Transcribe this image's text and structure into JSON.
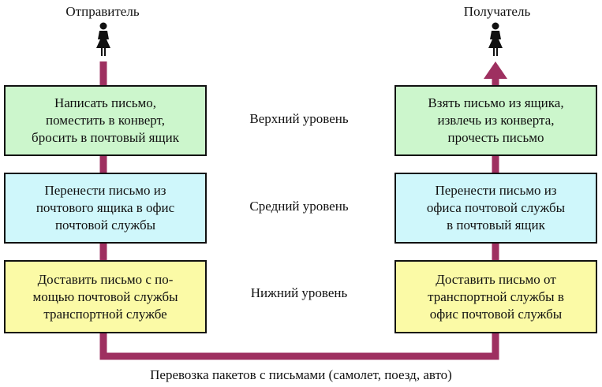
{
  "roles": {
    "sender": "Отправитель",
    "receiver": "Получатель"
  },
  "icons": {
    "sender": "person-icon",
    "receiver": "person-icon"
  },
  "colors": {
    "path": "#9e3060",
    "top_level_fill": "#ccf6cc",
    "mid_level_fill": "#cff7fb",
    "low_level_fill": "#fbfaa6"
  },
  "levels": {
    "top": "Верхний уровень",
    "middle": "Средний уровень",
    "bottom": "Нижний уровень"
  },
  "sender_boxes": {
    "top": "Написать письмо,\nпоместить в конверт,\nбросить в почтовый ящик",
    "middle": "Перенести письмо из\nпочтового ящика в офис\nпочтовой службы",
    "bottom": "Доставить письмо с по-\nмощью почтовой службы\nтранспортной службе"
  },
  "receiver_boxes": {
    "top": "Взять письмо из ящика,\nизвлечь из конверта,\nпрочесть письмо",
    "middle": "Перенести письмо из\nофиса почтовой службы\nв почтовый ящик",
    "bottom": "Доставить письмо от\nтранспортной службы в\nофис почтовой службы"
  },
  "transport": "Перевозка пакетов с письмами (самолет, поезд, авто)"
}
